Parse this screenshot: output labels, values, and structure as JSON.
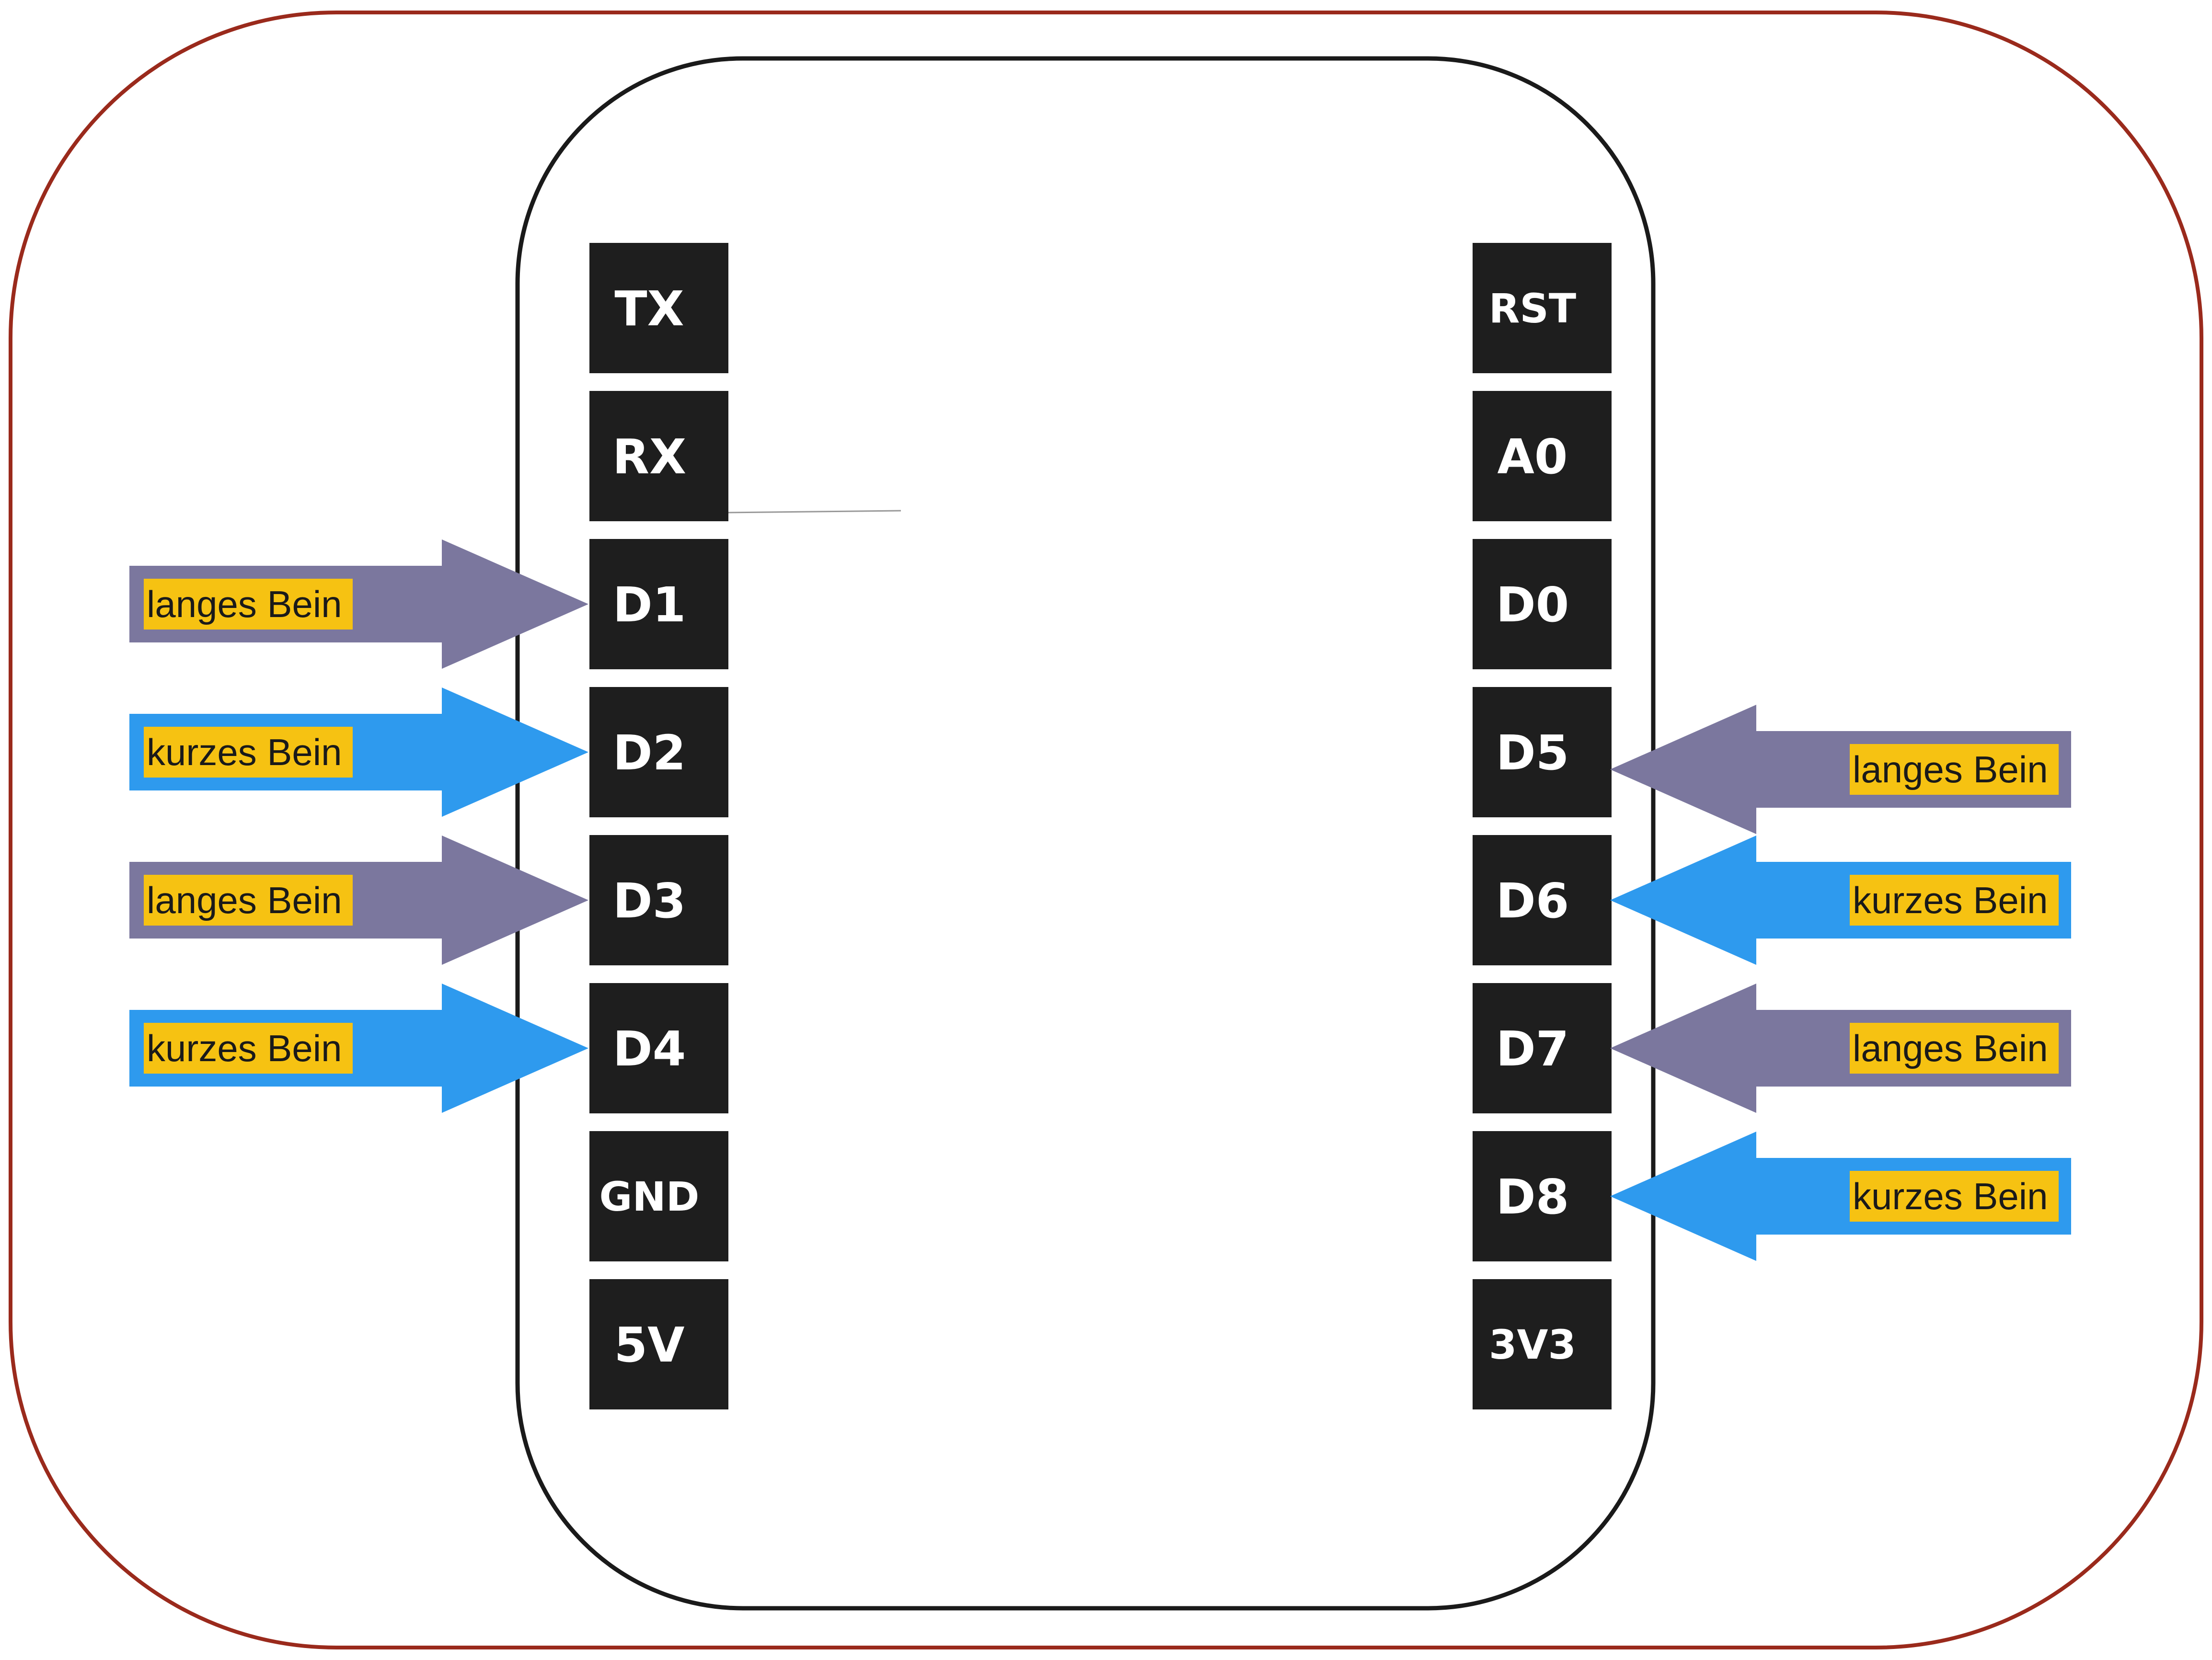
{
  "pins_left": [
    "TX",
    "RX",
    "D1",
    "D2",
    "D3",
    "D4",
    "GND",
    "5V"
  ],
  "pins_right": [
    "RST",
    "A0",
    "D0",
    "D5",
    "D6",
    "D7",
    "D8",
    "3V3"
  ],
  "arrows_left": [
    {
      "pin": "D1",
      "label": "langes Bein",
      "kind": "long"
    },
    {
      "pin": "D2",
      "label": "kurzes Bein",
      "kind": "short"
    },
    {
      "pin": "D3",
      "label": "langes Bein",
      "kind": "long"
    },
    {
      "pin": "D4",
      "label": "kurzes Bein",
      "kind": "short"
    }
  ],
  "arrows_right": [
    {
      "pin": "D5",
      "label": "langes Bein",
      "kind": "long"
    },
    {
      "pin": "D6",
      "label": "kurzes Bein",
      "kind": "short"
    },
    {
      "pin": "D7",
      "label": "langes Bein",
      "kind": "long"
    },
    {
      "pin": "D8",
      "label": "kurzes Bein",
      "kind": "short"
    }
  ],
  "colors": {
    "outer_border": "#9a2a1c",
    "board_border": "#1a1a1a",
    "pin_fill": "#1e1e1e",
    "pin_text": "#ffffff",
    "long_arrow": "#7b779e",
    "short_arrow": "#2e9aee",
    "label_highlight": "#f6c212"
  }
}
